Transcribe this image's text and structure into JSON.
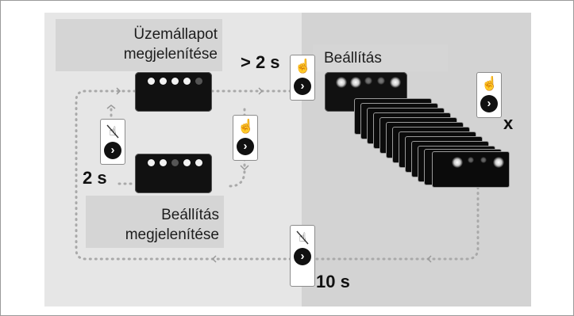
{
  "labels": {
    "status_display": [
      "Üzemállapot",
      "megjelenítése"
    ],
    "setting_display": [
      "Beállítás",
      "megjelenítése"
    ],
    "setting": "Beállítás"
  },
  "timings": {
    "hold_long": "> 2 s",
    "hold_short": "2 s",
    "timeout": "10 s",
    "repeat": "x"
  },
  "colors": {
    "left_panel": "#e6e6e6",
    "right_panel": "#d3d3d3",
    "label_box": "#d5d5d5",
    "flow_line": "#a9a9a9",
    "device": "#111111"
  },
  "icons": {
    "press": "pointing-hand-icon",
    "no_press": "crossed-hand-icon",
    "next": "chevron-right-icon"
  },
  "devices": {
    "status_leds": [
      1,
      1,
      1,
      1,
      0
    ],
    "setting_leds": [
      1,
      1,
      0,
      1,
      1
    ]
  }
}
